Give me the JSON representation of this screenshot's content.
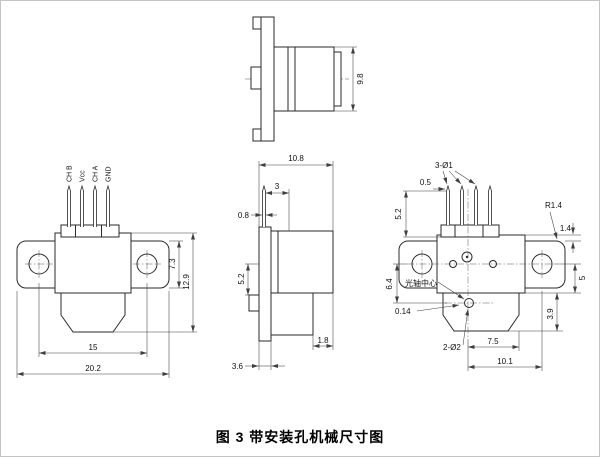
{
  "caption": "图 3 带安装孔机械尺寸图",
  "top_view": {
    "dims": {
      "depth": "9.8"
    }
  },
  "front_view": {
    "pins": [
      "CH B",
      "Vcc",
      "CH A",
      "GND"
    ],
    "dims": {
      "flange_height": "7.3",
      "overall_height": "12.9",
      "hole_spacing": "15",
      "overall_width": "20.2"
    }
  },
  "side_view": {
    "dims": {
      "depth": "10.8",
      "pin_setback": "3",
      "pin_thickness": "0.8",
      "boss_drop": "5.2",
      "step": "1.8",
      "flange_thickness": "3.6"
    }
  },
  "detail_view": {
    "dims": {
      "pin_holes": "3-Ø1",
      "pin_offset": "0.5",
      "pin_length": "5.2",
      "center_drop": "6.4",
      "center_offset": "0.14",
      "corner_radius": "R1.4",
      "edge_margin": "1.4",
      "side_drop": "5",
      "lower_height": "3.9",
      "shaft_holes": "2-Ø2",
      "hole_dist1": "7.5",
      "hole_dist2": "10.1"
    },
    "labels": {
      "optical_center": "光轴中心"
    }
  }
}
